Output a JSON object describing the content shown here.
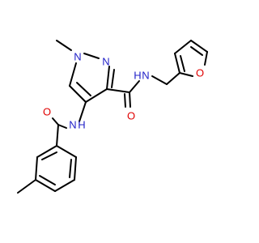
{
  "molecule": {
    "atoms": {
      "n1": "N",
      "n2": "N",
      "nh_amide": "N",
      "h_amide": "H",
      "o_furan": "O",
      "o_carbonyl_upper": "O",
      "nh_lower": "N",
      "h_lower": "H",
      "o_carbonyl_lower": "O"
    },
    "colors": {
      "nitrogen": "#2121c8",
      "oxygen": "#e00000",
      "carbon": "#000000"
    }
  }
}
